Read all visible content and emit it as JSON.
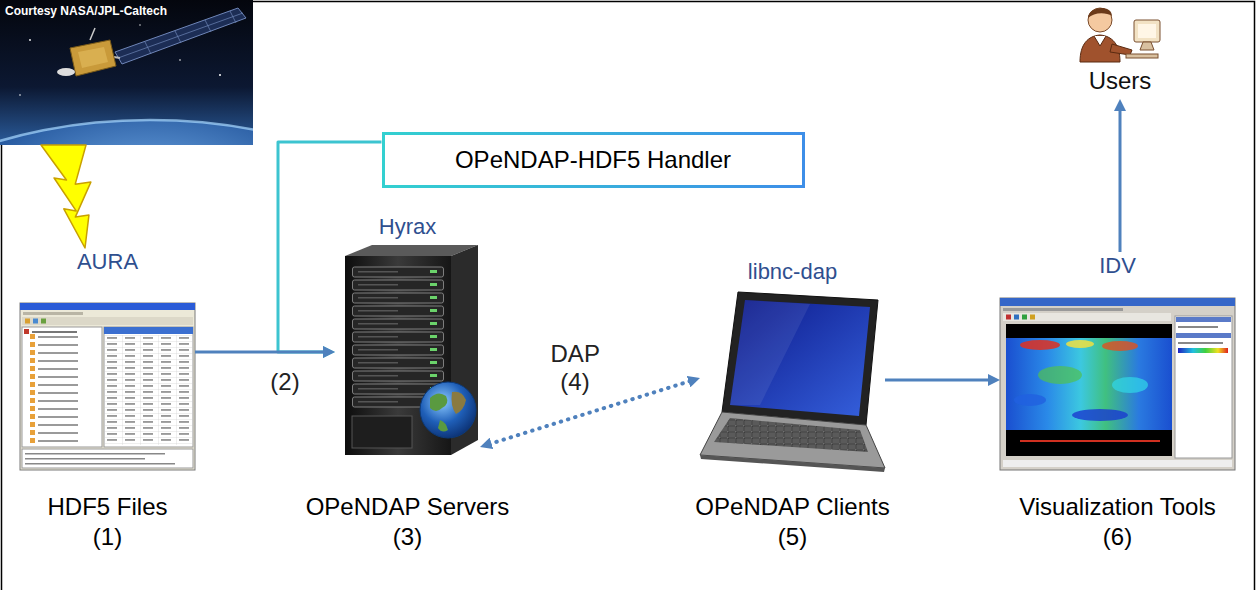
{
  "diagram": {
    "nodes": [
      {
        "text": [
          "Courtesy NASA/JPL-Caltech"
        ]
      },
      {
        "text": [
          "AURA",
          "HDF5 Files",
          "(1)"
        ]
      },
      {
        "text": [
          "OPeNDAP-HDF5 Handler"
        ]
      },
      {
        "text": [
          "Hyrax",
          "OPeNDAP Servers",
          "(3)"
        ]
      },
      {
        "text": [
          "libnc-dap",
          "OPeNDAP Clients",
          "(5)"
        ]
      },
      {
        "text": [
          "IDV",
          "Visualization Tools",
          "(6)"
        ]
      },
      {
        "text": [
          "Users"
        ]
      }
    ],
    "edges": [
      {
        "from": 0,
        "to": 1,
        "arrow": "none"
      },
      {
        "from": 1,
        "to": 3,
        "label": "(2)",
        "arrow": "to"
      },
      {
        "from": 2,
        "to": 3,
        "arrow": "to"
      },
      {
        "from": 3,
        "to": 4,
        "label": "DAP (4)",
        "arrow": "both"
      },
      {
        "from": 4,
        "to": 5,
        "arrow": "to"
      },
      {
        "from": 5,
        "to": 6,
        "arrow": "to"
      }
    ]
  }
}
